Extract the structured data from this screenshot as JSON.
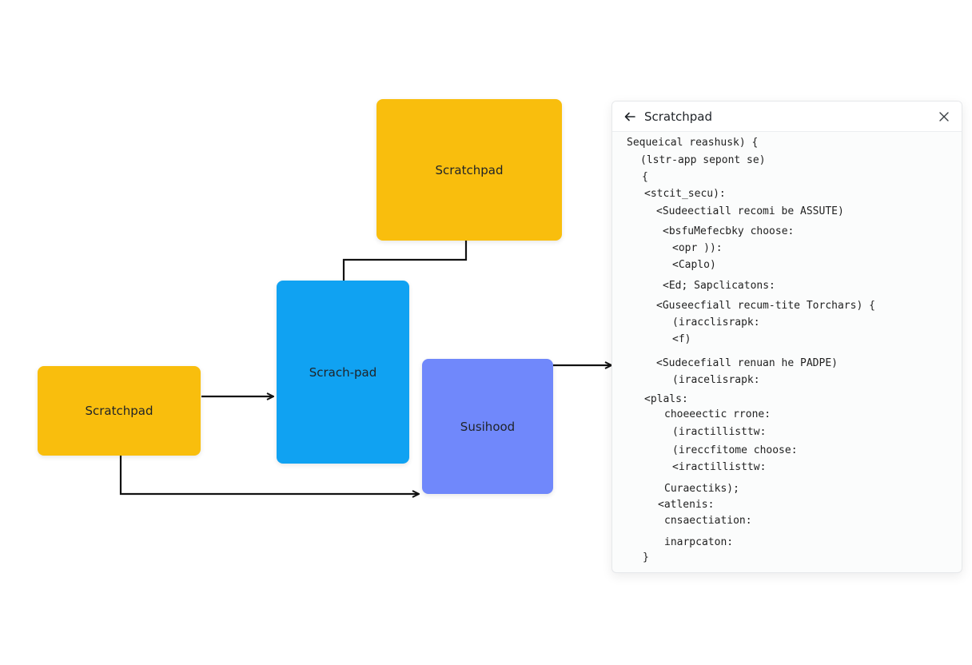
{
  "nodes": {
    "top": {
      "label": "Scratchpad",
      "color": "#F9BE0D"
    },
    "middle": {
      "label": "Scrach-pad",
      "color": "#10A2F2"
    },
    "left": {
      "label": "Scratchpad",
      "color": "#F9BE0D"
    },
    "right": {
      "label": "Susihood",
      "color": "#7088FB"
    }
  },
  "panel": {
    "title": "Scratchpad",
    "back_icon": "arrow-left-icon",
    "close_icon": "close-icon",
    "lines": [
      "Sequeical reashusk) {",
      "(lstr-app sepont se)",
      "{",
      "<stcit_secu):",
      "<Sudeectiall recomi be ASSUTE)",
      "<bsfuMefecbky choose:",
      "<opr )):",
      "<Caplo)",
      "<Ed; Sapclicatons:",
      "<Guseecfiall recum-tite Torchars) {",
      "(iracclisrapk:",
      "<f)",
      "<Sudecefiall renuan he PADPE)",
      "(iracelisrapk:",
      "<plals:",
      "choeeectic rrone:",
      "(iractillisttw:",
      "(ireccfitome choose:",
      "<iractillisttw:",
      "Curaectiks);",
      "<atlenis:",
      "cnsaectiation:",
      "inarpcaton:",
      "}"
    ]
  }
}
